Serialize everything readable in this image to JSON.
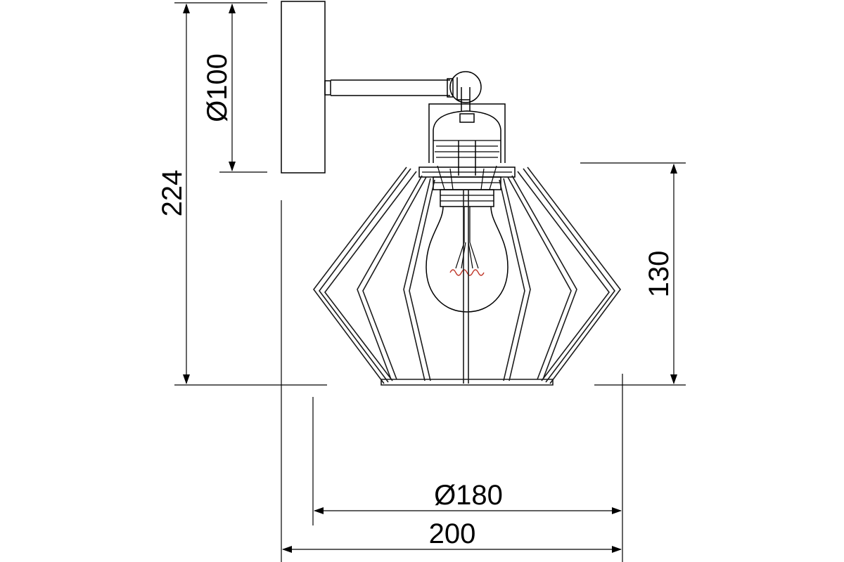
{
  "drawing": {
    "dimensions": {
      "total_height": "224",
      "backplate_diameter": "Ø100",
      "shade_height": "130",
      "shade_diameter": "Ø180",
      "total_depth": "200"
    },
    "colors": {
      "line": "#000000",
      "filament": "#c0392b",
      "background": "#ffffff"
    }
  }
}
